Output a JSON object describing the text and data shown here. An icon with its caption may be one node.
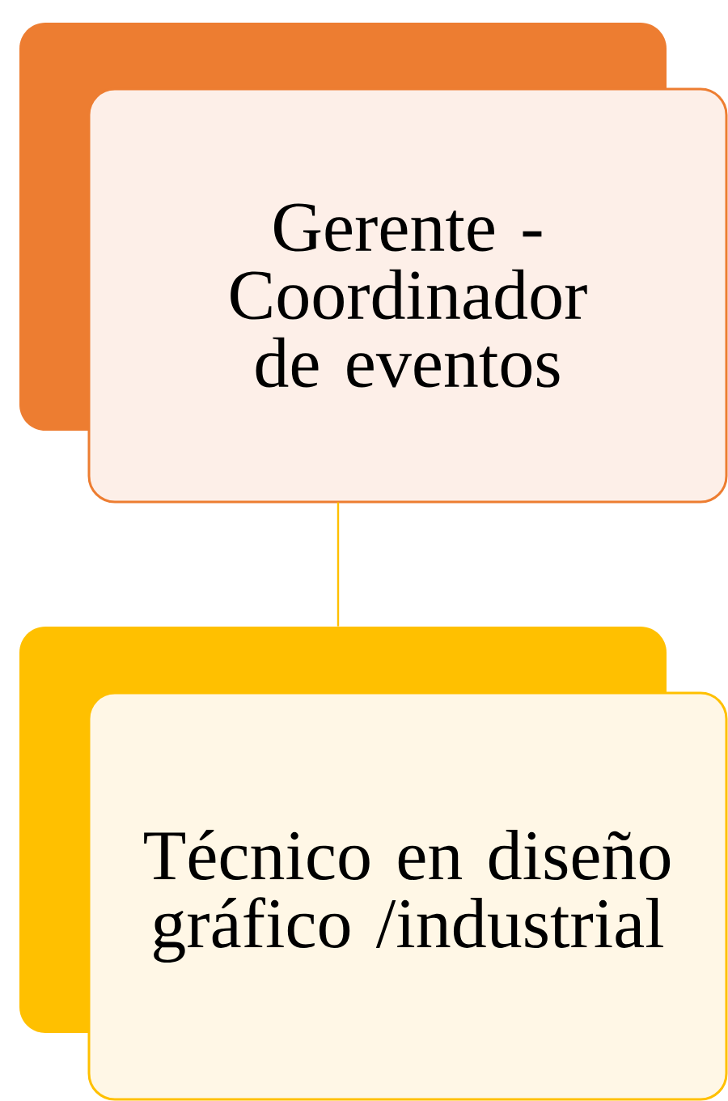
{
  "diagram": {
    "nodes": [
      {
        "text": [
          "Gerente - Coordinador de eventos"
        ]
      },
      {
        "text": [
          "Técnico en diseño gráfico /industrial"
        ]
      }
    ],
    "edges": [
      {
        "from": 0,
        "to": 1,
        "arrow": "none",
        "color": "#ffc000"
      }
    ]
  }
}
